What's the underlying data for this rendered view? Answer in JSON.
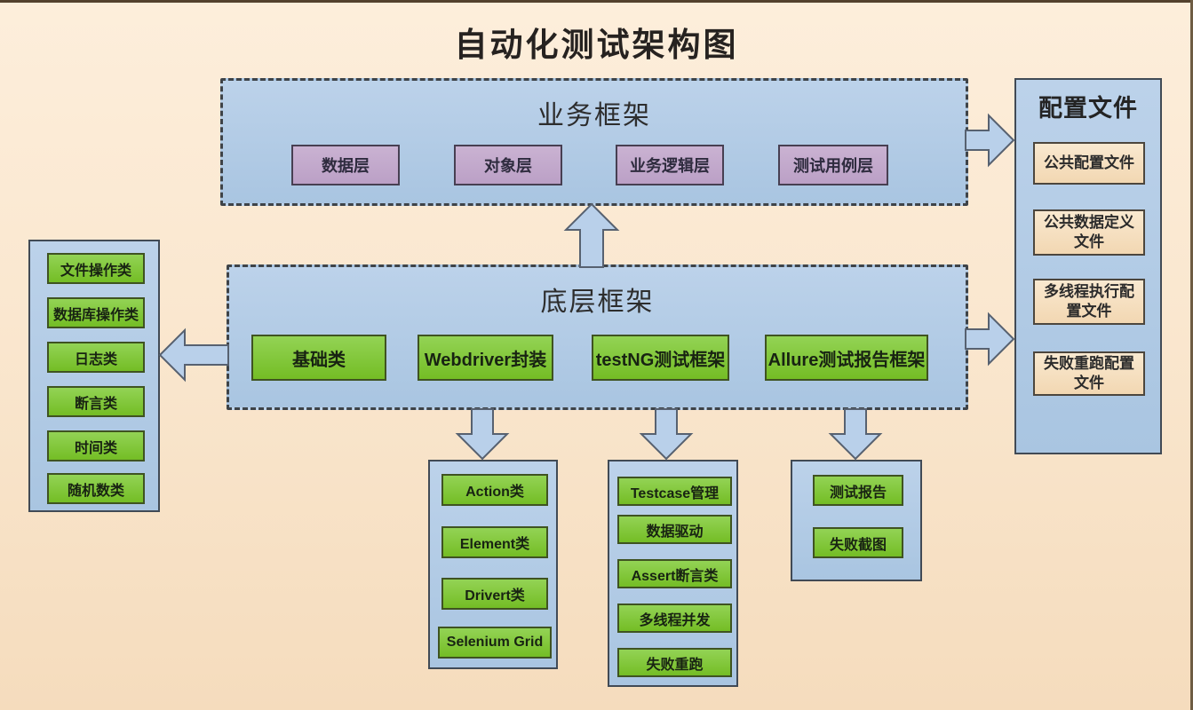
{
  "title": "自动化测试架构图",
  "colors": {
    "background_top": "#fdeedb",
    "background_bottom": "#f5dcbd",
    "panel_blue": "#aec9e4",
    "box_green": "#7ec72f",
    "box_purple": "#c2a7cb",
    "box_beige": "#f6e2c6",
    "arrow_blue": "#b9d0ea",
    "dashed_border": "#3e4348"
  },
  "business_frame": {
    "label": "业务框架",
    "layers": [
      "数据层",
      "对象层",
      "业务逻辑层",
      "测试用例层"
    ]
  },
  "base_frame": {
    "label": "底层框架",
    "modules": [
      "基础类",
      "Webdriver封装",
      "testNG测试框架",
      "Allure测试报告框架"
    ]
  },
  "config_files": {
    "label": "配置文件",
    "items": [
      "公共配置文件",
      "公共数据定义文件",
      "多线程执行配置文件",
      "失败重跑配置文件"
    ]
  },
  "utility_classes": {
    "items": [
      "文件操作类",
      "数据库操作类",
      "日志类",
      "断言类",
      "时间类",
      "随机数类"
    ]
  },
  "webdriver_components": {
    "items": [
      "Action类",
      "Element类",
      "Drivert类",
      "Selenium Grid"
    ]
  },
  "testng_components": {
    "items": [
      "Testcase管理",
      "数据驱动",
      "Assert断言类",
      "多线程并发",
      "失败重跑"
    ]
  },
  "allure_components": {
    "items": [
      "测试报告",
      "失败截图"
    ]
  }
}
